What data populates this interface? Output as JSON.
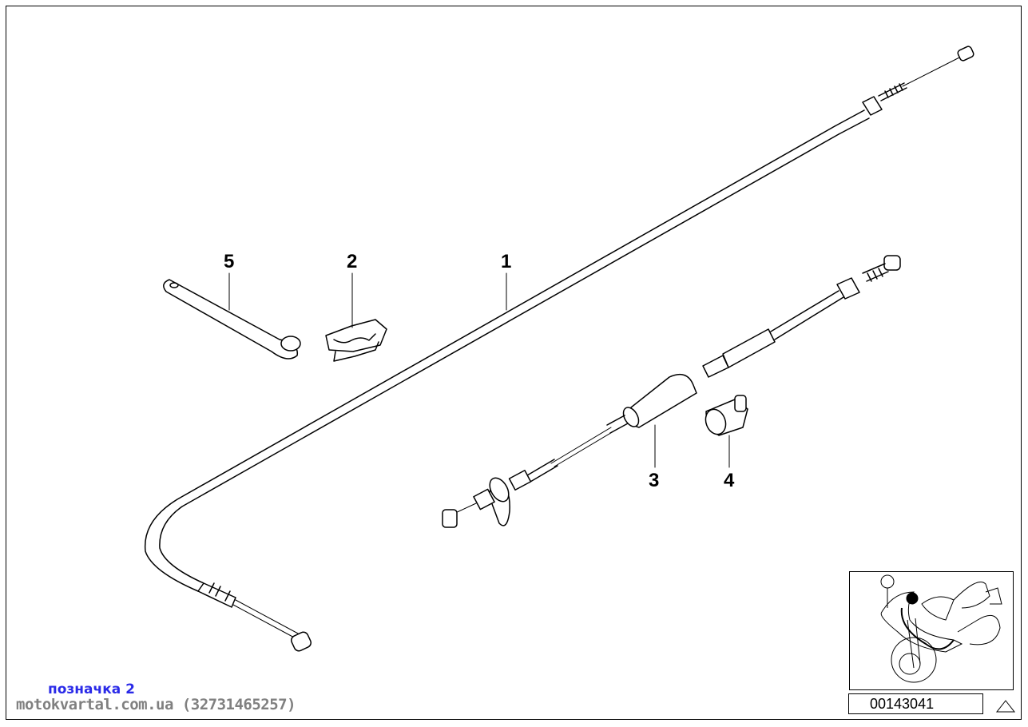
{
  "diagram": {
    "part_labels": [
      "1",
      "2",
      "3",
      "4",
      "5"
    ],
    "diagram_number": "00143041",
    "caption": "позначка 2",
    "watermark": "motokvartal.com.ua (32731465257)",
    "icons": [
      "motorcycle-location-thumbnail",
      "warning-triangle-icon"
    ]
  }
}
